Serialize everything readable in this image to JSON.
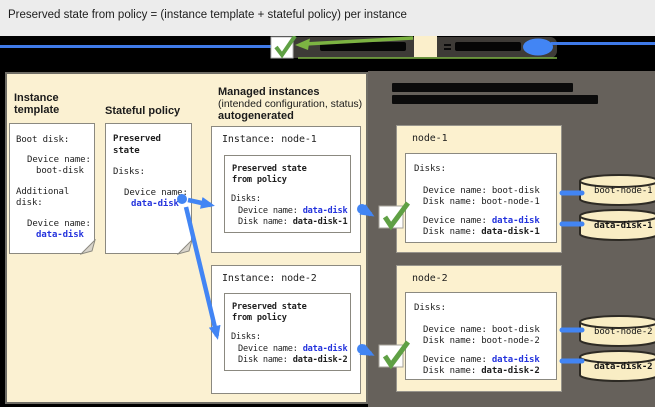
{
  "title": "Preserved state from policy = (instance template + stateful policy) per instance",
  "colors": {
    "beige_panel": "#FBF1D2",
    "gray_panel": "#66615B",
    "blue_value_text": "#2433DD",
    "arrow_blue": "#4285F4",
    "check_green": "#5FA044",
    "legend_green": "#7CB342",
    "band_black": "#000000"
  },
  "legend": {
    "icons": [
      "applied-check-icon",
      "instance-swatch",
      "persistent-disk-oval"
    ],
    "equals_sign": "="
  },
  "left_panel": {
    "instance_template": {
      "label_line1": "Instance",
      "label_line2": "template",
      "doc": {
        "line1": "Boot disk:",
        "line2": "Device name:",
        "line3": "boot-disk",
        "line4": "Additional",
        "line5": "disk:",
        "line6": "Device name:",
        "line7": "data-disk"
      }
    },
    "stateful_policy": {
      "label": "Stateful policy",
      "doc": {
        "heading_line1": "Preserved",
        "heading_line2": "state",
        "line1": "Disks:",
        "line2": "Device name:",
        "line3": "data-disk"
      }
    },
    "managed_instances": {
      "label_line1": "Managed instances",
      "label_line2": "(intended configuration, status)",
      "label_line3": "autogenerated",
      "instance1": {
        "title": "Instance: node-1",
        "heading_line1": "Preserved state",
        "heading_line2": "from policy",
        "disks_label": "Disks:",
        "device_label": "Device name:",
        "device_value": "data-disk",
        "disk_label": "Disk name:",
        "disk_value": "data-disk-1"
      },
      "instance2": {
        "title": "Instance: node-2",
        "heading_line1": "Preserved state",
        "heading_line2": "from policy",
        "disks_label": "Disks:",
        "device_label": "Device name:",
        "device_value": "data-disk",
        "disk_label": "Disk name:",
        "disk_value": "data-disk-2"
      }
    }
  },
  "right_panel": {
    "node1": {
      "title": "node-1",
      "disks_label": "Disks:",
      "boot_device_label": "Device name:",
      "boot_device_value": "boot-disk",
      "boot_disk_label": "Disk name:",
      "boot_disk_value": "boot-node-1",
      "data_device_label": "Device name:",
      "data_device_value": "data-disk",
      "data_disk_label": "Disk name:",
      "data_disk_value": "data-disk-1",
      "cylinder_boot": "boot-node-1",
      "cylinder_data": "data-disk-1"
    },
    "node2": {
      "title": "node-2",
      "disks_label": "Disks:",
      "boot_device_label": "Device name:",
      "boot_device_value": "boot-disk",
      "boot_disk_label": "Disk name:",
      "boot_disk_value": "boot-node-2",
      "data_device_label": "Device name:",
      "data_device_value": "data-disk",
      "data_disk_label": "Disk name:",
      "data_disk_value": "data-disk-2",
      "cylinder_boot": "boot-node-2",
      "cylinder_data": "data-disk-2"
    }
  }
}
